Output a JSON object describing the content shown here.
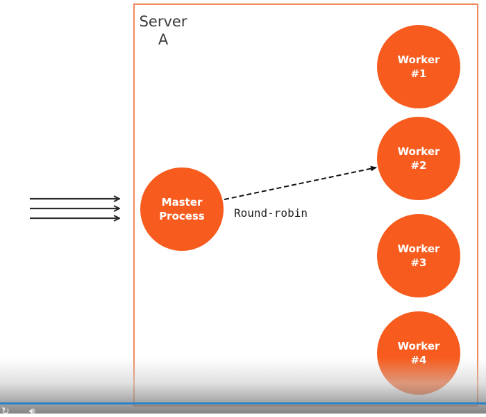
{
  "diagram": {
    "server": {
      "title_line1": "Server",
      "title_line2": "A"
    },
    "master": {
      "line1": "Master",
      "line2": "Process"
    },
    "workers": [
      {
        "line1": "Worker",
        "line2": "#1"
      },
      {
        "line1": "Worker",
        "line2": "#2"
      },
      {
        "line1": "Worker",
        "line2": "#3"
      },
      {
        "line1": "Worker",
        "line2": "#4"
      }
    ],
    "edge_label": "Round-robin",
    "incoming_requests": 3,
    "round_robin_target": "Worker #2"
  },
  "colors": {
    "node_fill": "#f75c1e",
    "server_border": "#f08a5d",
    "player_progress": "#2a82c8"
  },
  "player": {
    "replay_icon": "replay-icon",
    "volume_icon": "volume-icon"
  }
}
